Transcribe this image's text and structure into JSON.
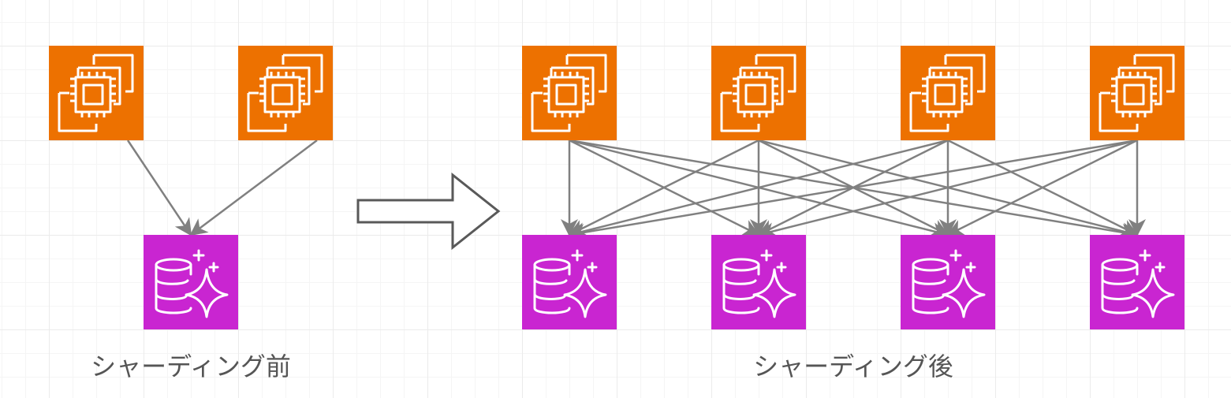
{
  "before": {
    "caption": "シャーディング前",
    "servers": [
      {
        "name": "ec2-before-1",
        "icon": "ec2-instances-icon"
      },
      {
        "name": "ec2-before-2",
        "icon": "ec2-instances-icon"
      }
    ],
    "databases": [
      {
        "name": "db-before-1",
        "icon": "database-sparkle-icon"
      }
    ],
    "connections": [
      [
        0,
        0
      ],
      [
        1,
        0
      ]
    ]
  },
  "after": {
    "caption": "シャーディング後",
    "servers": [
      {
        "name": "ec2-after-1",
        "icon": "ec2-instances-icon"
      },
      {
        "name": "ec2-after-2",
        "icon": "ec2-instances-icon"
      },
      {
        "name": "ec2-after-3",
        "icon": "ec2-instances-icon"
      },
      {
        "name": "ec2-after-4",
        "icon": "ec2-instances-icon"
      }
    ],
    "databases": [
      {
        "name": "db-after-1",
        "icon": "database-sparkle-icon"
      },
      {
        "name": "db-after-2",
        "icon": "database-sparkle-icon"
      },
      {
        "name": "db-after-3",
        "icon": "database-sparkle-icon"
      },
      {
        "name": "db-after-4",
        "icon": "database-sparkle-icon"
      }
    ],
    "connections": "all-to-all"
  },
  "transition_arrow": {
    "icon": "right-arrow-outline-icon"
  },
  "colors": {
    "server": "#ED7100",
    "database": "#C925D1",
    "connector": "#808080",
    "caption": "#555555",
    "icon_stroke": "#ffffff"
  }
}
